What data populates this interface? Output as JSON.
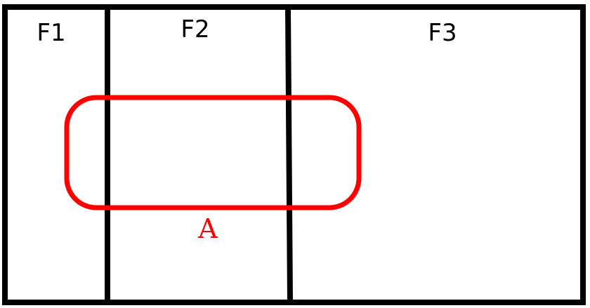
{
  "partitions": [
    {
      "label": "F1"
    },
    {
      "label": "F2"
    },
    {
      "label": "F3"
    }
  ],
  "set": {
    "label": "A",
    "color": "#ff0000"
  },
  "colors": {
    "frame": "#000000",
    "background": "#ffffff"
  }
}
